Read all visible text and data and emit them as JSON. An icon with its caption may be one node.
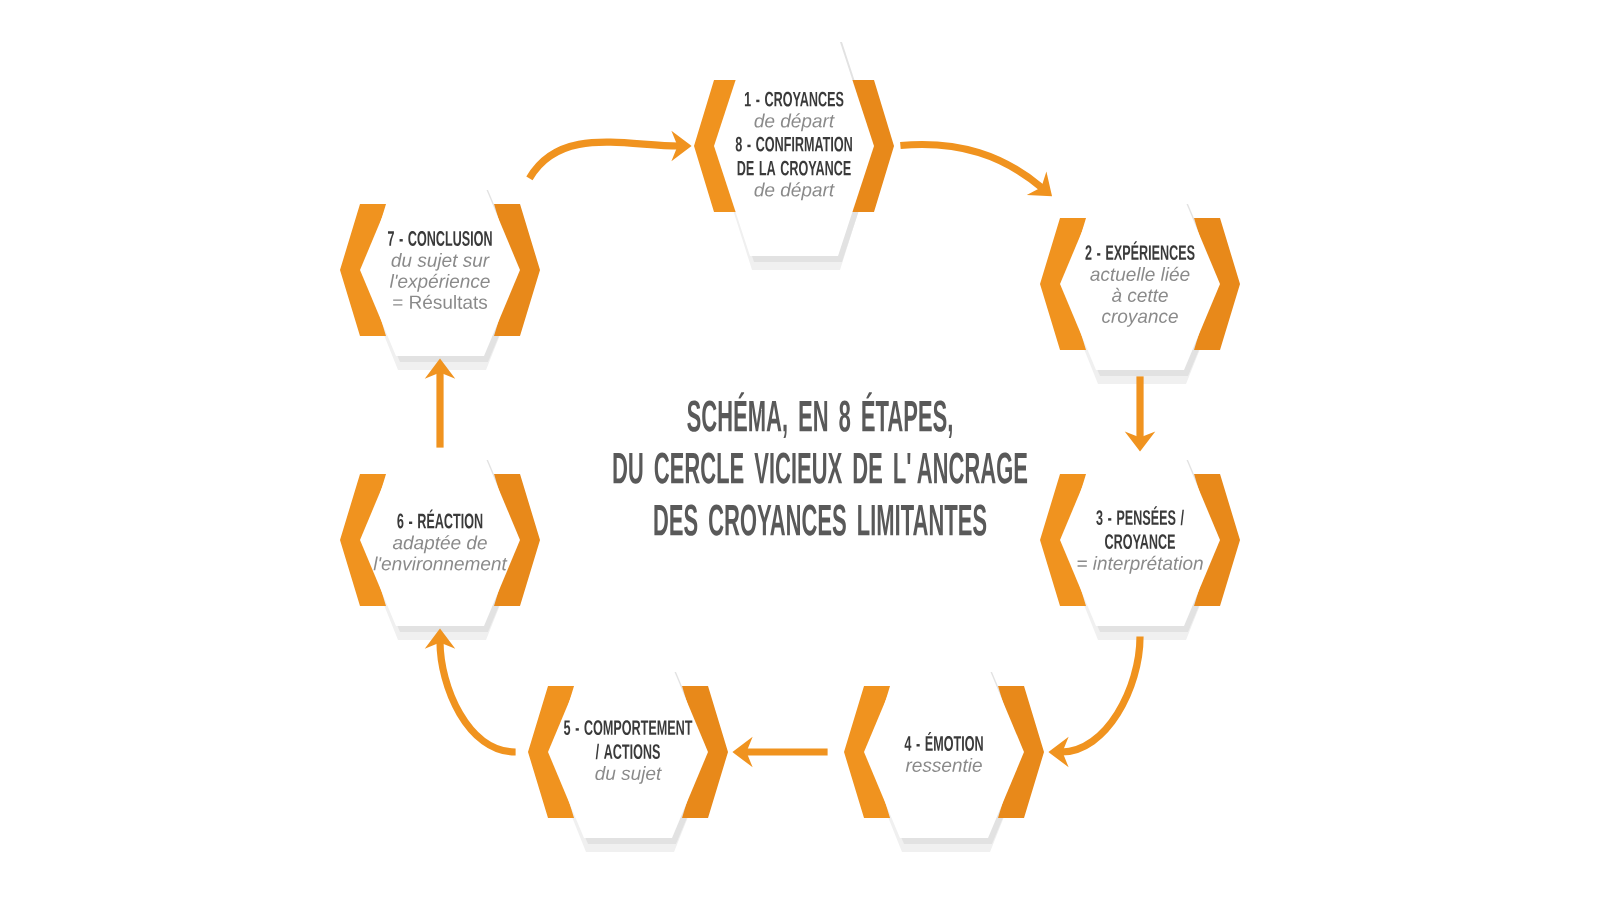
{
  "diagram": {
    "title": "SCHÉMA, EN 8 ÉTAPES, DU CERCLE VICIEUX DE L'ANCRAGE DES CROYANCES LIMITANTES",
    "nodes": [
      {
        "text": [
          "1 - CROYANCES",
          "de départ",
          "8 - CONFIRMATION DE LA CROYANCE",
          "de départ"
        ]
      },
      {
        "text": [
          "2 - EXPÉRIENCES",
          "actuelle liée à cette croyance"
        ]
      },
      {
        "text": [
          "3 - PENSÉES / CROYANCE",
          "= interprétation"
        ]
      },
      {
        "text": [
          "4 - ÉMOTION",
          "ressentie"
        ]
      },
      {
        "text": [
          "5 - COMPORTEMENT / ACTIONS",
          "du sujet"
        ]
      },
      {
        "text": [
          "6 - RÉACTION",
          "adaptée de l'environnement"
        ]
      },
      {
        "text": [
          "7 - CONCLUSION",
          "*du sujet sur l'expérience* = Résultats"
        ]
      }
    ],
    "edges": [
      {
        "from": 0,
        "to": 1,
        "arrow": "to"
      },
      {
        "from": 1,
        "to": 2,
        "arrow": "to"
      },
      {
        "from": 2,
        "to": 3,
        "arrow": "to"
      },
      {
        "from": 3,
        "to": 4,
        "arrow": "to"
      },
      {
        "from": 4,
        "to": 5,
        "arrow": "to"
      },
      {
        "from": 5,
        "to": 6,
        "arrow": "to"
      },
      {
        "from": 6,
        "to": 0,
        "arrow": "to"
      }
    ]
  }
}
